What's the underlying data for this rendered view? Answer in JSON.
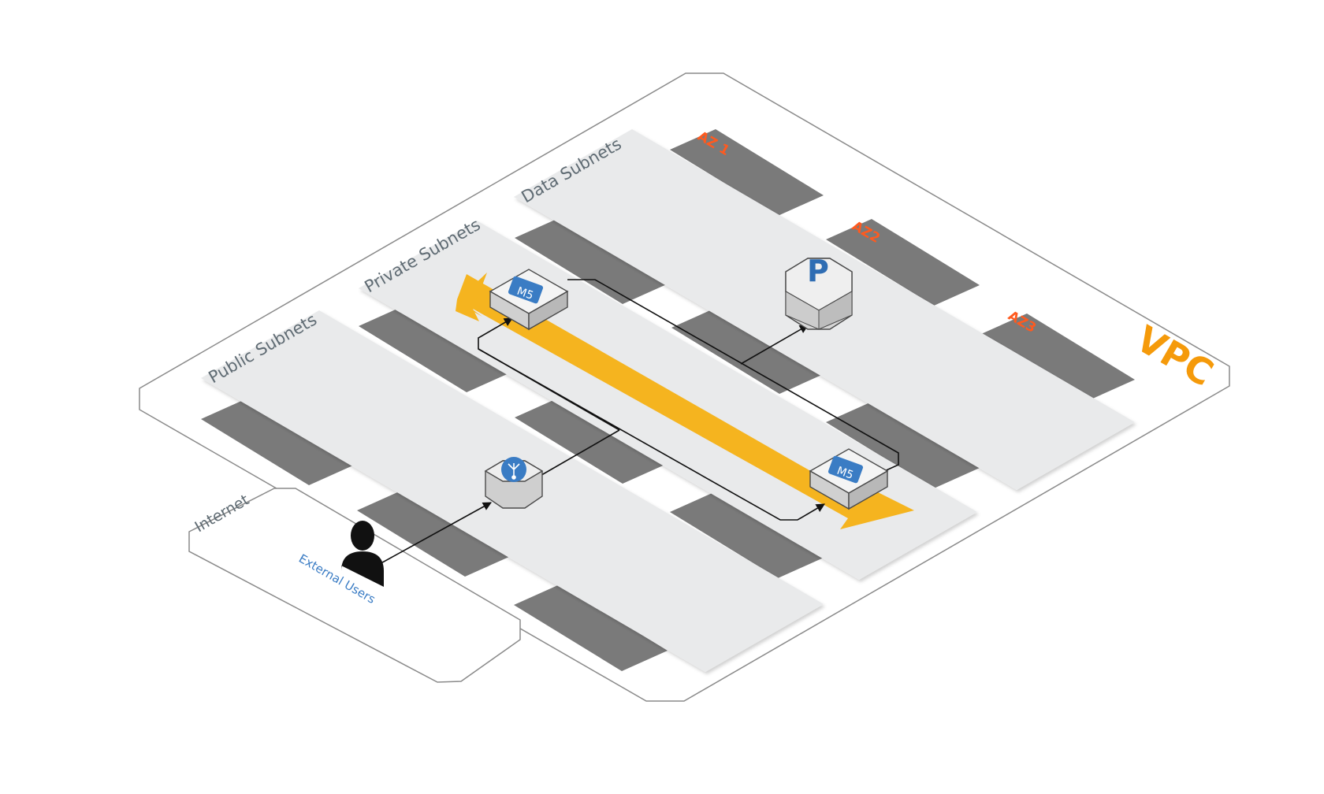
{
  "vpc": {
    "label": "VPC",
    "accent": "#f59a0a"
  },
  "subnets": {
    "public": "Public Subnets",
    "private": "Private Subnets",
    "data": "Data Subnets"
  },
  "availability_zones": [
    "AZ 1",
    "AZ2",
    "AZ3"
  ],
  "internet": {
    "label": "Internet",
    "users_label": "External Users"
  },
  "nodes": {
    "app_server_1": {
      "label": "M5",
      "icon": "ec2-instance-icon"
    },
    "app_server_2": {
      "label": "M5",
      "icon": "ec2-instance-icon"
    },
    "load_balancer": {
      "icon": "load-balancer-icon"
    },
    "database": {
      "label": "P",
      "icon": "postgres-database-icon"
    },
    "user": {
      "icon": "user-icon"
    }
  },
  "colors": {
    "subnet_fill": "#e9eaeb",
    "az_band": "#7a7a7a",
    "scaling_arrow": "#f5b41f",
    "az_text": "#ff5a1f",
    "icon_blue": "#3a7cc4"
  }
}
